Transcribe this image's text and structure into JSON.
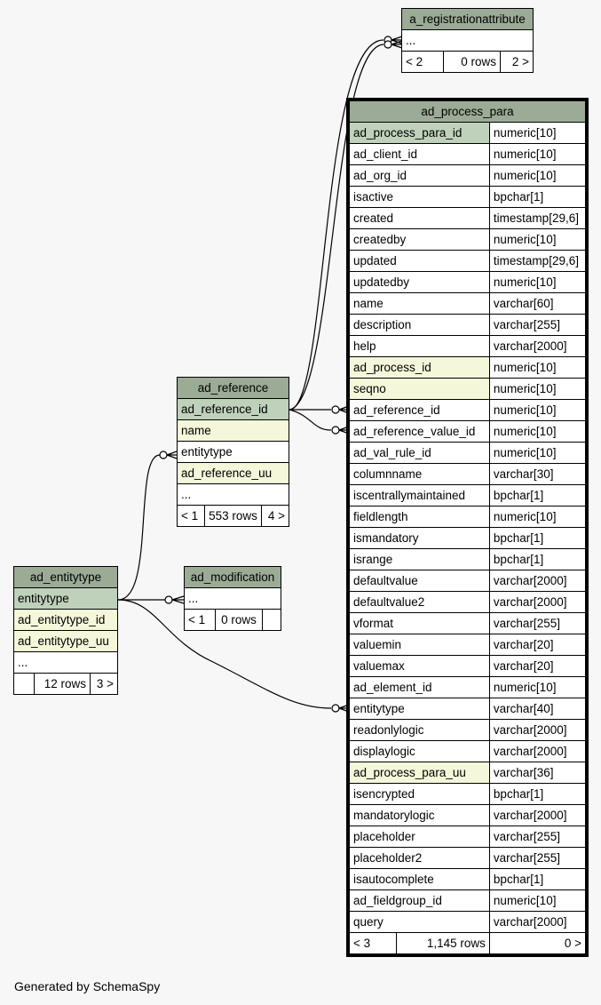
{
  "tables": {
    "registration": {
      "name": "a_registrationattribute",
      "rows": [
        "..."
      ],
      "footer": [
        "< 2",
        "0 rows",
        "2 >"
      ]
    },
    "process_para": {
      "name": "ad_process_para",
      "columns": [
        {
          "name": "ad_process_para_id",
          "type": "numeric[10]",
          "kind": "pk"
        },
        {
          "name": "ad_client_id",
          "type": "numeric[10]",
          "kind": ""
        },
        {
          "name": "ad_org_id",
          "type": "numeric[10]",
          "kind": ""
        },
        {
          "name": "isactive",
          "type": "bpchar[1]",
          "kind": ""
        },
        {
          "name": "created",
          "type": "timestamp[29,6]",
          "kind": ""
        },
        {
          "name": "createdby",
          "type": "numeric[10]",
          "kind": ""
        },
        {
          "name": "updated",
          "type": "timestamp[29,6]",
          "kind": ""
        },
        {
          "name": "updatedby",
          "type": "numeric[10]",
          "kind": ""
        },
        {
          "name": "name",
          "type": "varchar[60]",
          "kind": ""
        },
        {
          "name": "description",
          "type": "varchar[255]",
          "kind": ""
        },
        {
          "name": "help",
          "type": "varchar[2000]",
          "kind": ""
        },
        {
          "name": "ad_process_id",
          "type": "numeric[10]",
          "kind": "ix"
        },
        {
          "name": "seqno",
          "type": "numeric[10]",
          "kind": "ix"
        },
        {
          "name": "ad_reference_id",
          "type": "numeric[10]",
          "kind": ""
        },
        {
          "name": "ad_reference_value_id",
          "type": "numeric[10]",
          "kind": ""
        },
        {
          "name": "ad_val_rule_id",
          "type": "numeric[10]",
          "kind": ""
        },
        {
          "name": "columnname",
          "type": "varchar[30]",
          "kind": ""
        },
        {
          "name": "iscentrallymaintained",
          "type": "bpchar[1]",
          "kind": ""
        },
        {
          "name": "fieldlength",
          "type": "numeric[10]",
          "kind": ""
        },
        {
          "name": "ismandatory",
          "type": "bpchar[1]",
          "kind": ""
        },
        {
          "name": "isrange",
          "type": "bpchar[1]",
          "kind": ""
        },
        {
          "name": "defaultvalue",
          "type": "varchar[2000]",
          "kind": ""
        },
        {
          "name": "defaultvalue2",
          "type": "varchar[2000]",
          "kind": ""
        },
        {
          "name": "vformat",
          "type": "varchar[255]",
          "kind": ""
        },
        {
          "name": "valuemin",
          "type": "varchar[20]",
          "kind": ""
        },
        {
          "name": "valuemax",
          "type": "varchar[20]",
          "kind": ""
        },
        {
          "name": "ad_element_id",
          "type": "numeric[10]",
          "kind": ""
        },
        {
          "name": "entitytype",
          "type": "varchar[40]",
          "kind": ""
        },
        {
          "name": "readonlylogic",
          "type": "varchar[2000]",
          "kind": ""
        },
        {
          "name": "displaylogic",
          "type": "varchar[2000]",
          "kind": ""
        },
        {
          "name": "ad_process_para_uu",
          "type": "varchar[36]",
          "kind": "ix"
        },
        {
          "name": "isencrypted",
          "type": "bpchar[1]",
          "kind": ""
        },
        {
          "name": "mandatorylogic",
          "type": "varchar[2000]",
          "kind": ""
        },
        {
          "name": "placeholder",
          "type": "varchar[255]",
          "kind": ""
        },
        {
          "name": "placeholder2",
          "type": "varchar[255]",
          "kind": ""
        },
        {
          "name": "isautocomplete",
          "type": "bpchar[1]",
          "kind": ""
        },
        {
          "name": "ad_fieldgroup_id",
          "type": "numeric[10]",
          "kind": ""
        },
        {
          "name": "query",
          "type": "varchar[2000]",
          "kind": ""
        }
      ],
      "footer": [
        "< 3",
        "1,145 rows",
        "0 >"
      ]
    },
    "reference": {
      "name": "ad_reference",
      "columns": [
        {
          "name": "ad_reference_id",
          "kind": "pk"
        },
        {
          "name": "name",
          "kind": "ix"
        },
        {
          "name": "entitytype",
          "kind": ""
        },
        {
          "name": "ad_reference_uu",
          "kind": "ix"
        },
        {
          "name": "...",
          "kind": ""
        }
      ],
      "footer": [
        "< 1",
        "553 rows",
        "4 >"
      ]
    },
    "entitytype": {
      "name": "ad_entitytype",
      "columns": [
        {
          "name": "entitytype",
          "kind": "pk"
        },
        {
          "name": "ad_entitytype_id",
          "kind": "ix"
        },
        {
          "name": "ad_entitytype_uu",
          "kind": "ix"
        },
        {
          "name": "...",
          "kind": ""
        }
      ],
      "footer": [
        "",
        "12 rows",
        "3 >"
      ]
    },
    "modification": {
      "name": "ad_modification",
      "rows": [
        "..."
      ],
      "footer": [
        "< 1",
        "0 rows",
        ""
      ]
    }
  },
  "footer_text": "Generated by SchemaSpy",
  "colors": {
    "header": "#9bab96",
    "pk": "#bfd1bb",
    "indexed": "#f4f7da",
    "background": "#f7f7f7"
  }
}
